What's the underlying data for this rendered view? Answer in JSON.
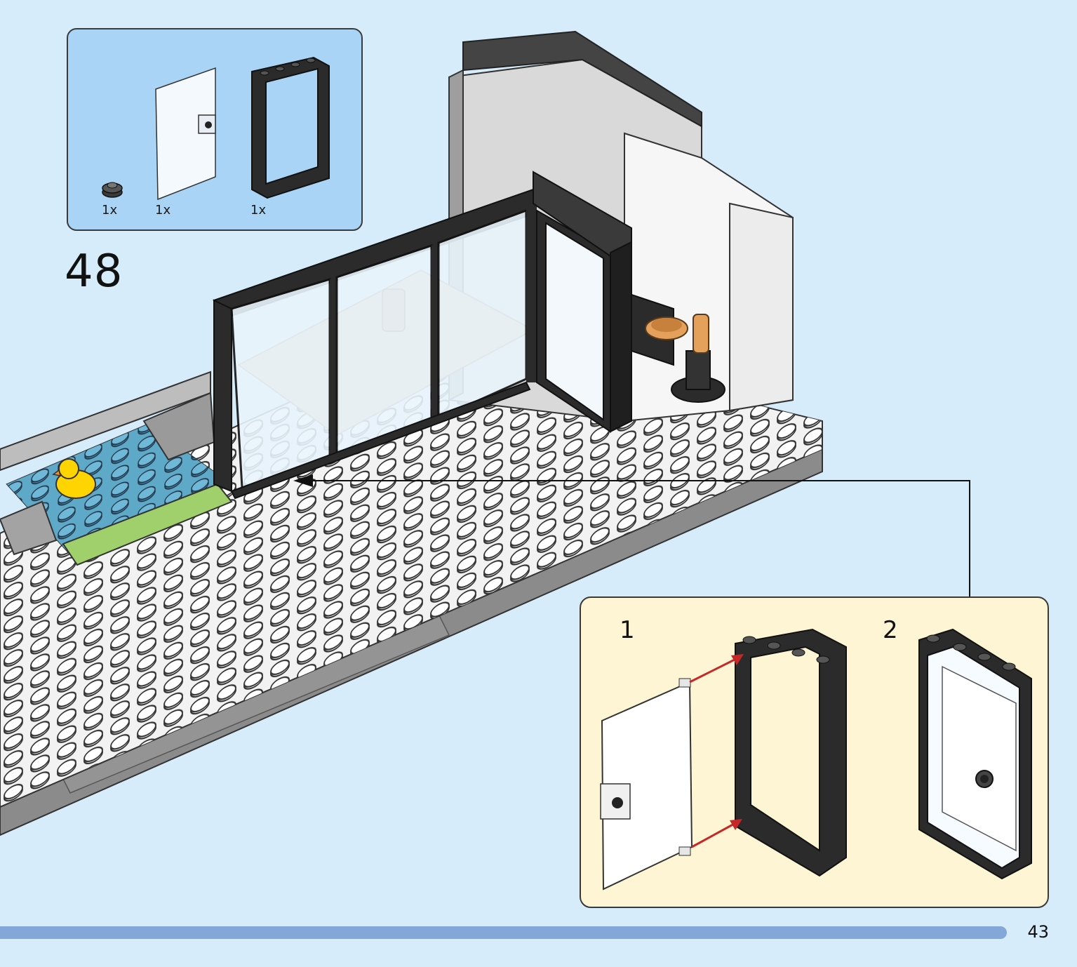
{
  "parts": [
    {
      "name": "round-plate-part",
      "qty": "1x"
    },
    {
      "name": "door-part",
      "qty": "1x"
    },
    {
      "name": "door-frame-part",
      "qty": "1x"
    }
  ],
  "step": {
    "number": "48"
  },
  "substeps": [
    {
      "number": "1"
    },
    {
      "number": "2"
    }
  ],
  "page": {
    "number": "43"
  },
  "colors": {
    "background": "#d7ecfb",
    "parts_box": "#a9d4f5",
    "substep_box": "#fdf5d3",
    "footer_bar": "#82a7d8",
    "arrow_red": "#c62828",
    "brick_white": "#f4f4f4",
    "frame_black": "#2b2b2b",
    "water_blue": "#5ea8c8",
    "grass_green": "#9fd06b",
    "duck_yellow": "#ffd400"
  }
}
